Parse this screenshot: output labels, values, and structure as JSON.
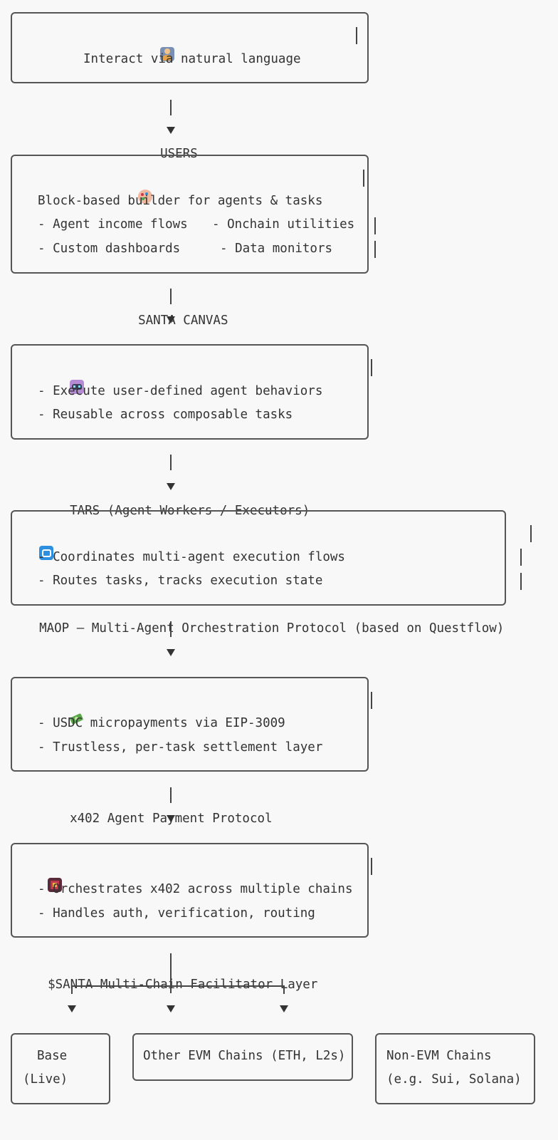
{
  "users": {
    "icon": "user-icon",
    "title": "USERS",
    "subtitle": "Interact via natural language"
  },
  "canvas": {
    "icon": "palette-icon",
    "title": "SANTA CANVAS",
    "subtitle": "Block-based builder for agents & tasks",
    "items": [
      "- Agent income flows",
      "- Onchain utilities",
      "- Custom dashboards",
      "- Data monitors"
    ]
  },
  "tars": {
    "icon": "robot-icon",
    "title": "TARS (Agent Workers / Executors)",
    "items": [
      "- Execute user-defined agent behaviors",
      "- Reusable across composable tasks"
    ]
  },
  "maop": {
    "icon": "repeat-icon",
    "title": "MAOP — Multi-Agent Orchestration Protocol (based on Questflow)",
    "items": [
      "- Coordinates multi-agent execution flows",
      "- Routes tasks, tracks execution state"
    ]
  },
  "x402": {
    "icon": "money-icon",
    "title": "x402 Agent Payment Protocol",
    "items": [
      "- USDC micropayments via EIP-3009",
      "- Trustless, per-task settlement layer"
    ]
  },
  "facilitator": {
    "icon": "chip-icon",
    "title": "$SANTA Multi-Chain Facilitator Layer",
    "items": [
      "- Orchestrates x402 across multiple chains",
      "- Handles auth, verification, routing"
    ]
  },
  "chains": [
    {
      "line1": "Base",
      "line2": "(Live)"
    },
    {
      "line1": "Other EVM Chains (ETH, L2s)"
    },
    {
      "line1": "Non-EVM Chains",
      "line2": "(e.g. Sui, Solana)"
    }
  ],
  "colors": {
    "border": "#555555",
    "text": "#333333",
    "background": "#f8f8f8",
    "accent_blue": "#2d8fe0"
  }
}
